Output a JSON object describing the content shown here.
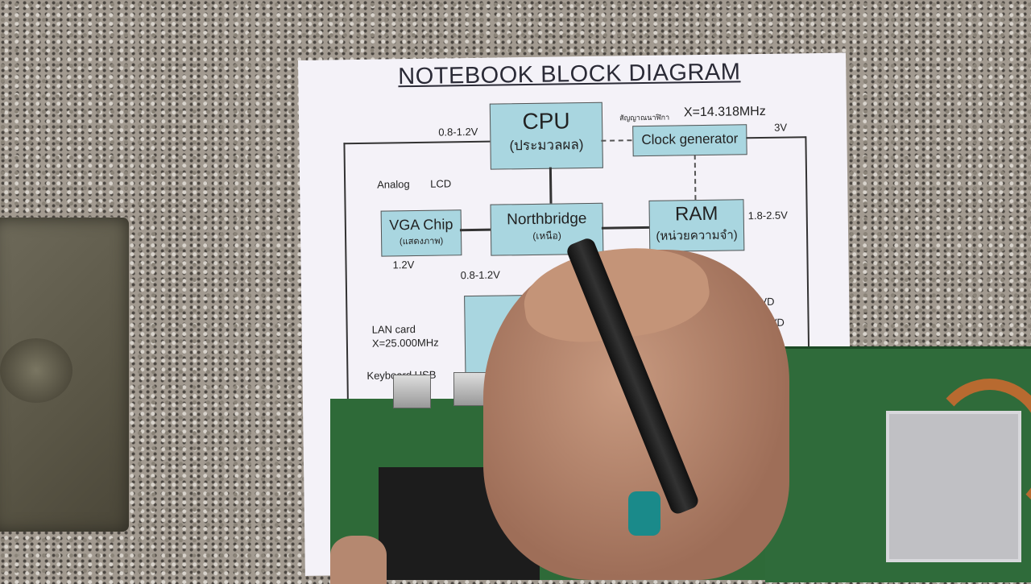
{
  "diagram": {
    "title": "NOTEBOOK BLOCK DIAGRAM",
    "cpu": {
      "name": "CPU",
      "thai": "(ประมวลผล)"
    },
    "clock": {
      "name": "Clock generator",
      "thai_label": "สัญญาณนาฬิกา",
      "freq": "X=14.318MHz",
      "voltage": "3V"
    },
    "northbridge": {
      "name": "Northbridge",
      "thai": "(เหนือ)"
    },
    "ram": {
      "name": "RAM",
      "thai": "(หน่วยความจำ)",
      "voltage": "1.8-2.5V"
    },
    "vga": {
      "name": "VGA Chip",
      "thai": "(แสดงภาพ)",
      "out1": "Analog",
      "out2": "LCD",
      "voltage": "1.2V"
    },
    "cpu_voltage": "0.8-1.2V",
    "nb_voltage": "0.8-1.2V",
    "lan": {
      "name": "LAN card",
      "freq": "X=25.000MHz"
    },
    "keyboard": "Keyboard USB",
    "storage1": "HDD,DVD",
    "storage2": "HDD,DVD"
  },
  "colors": {
    "box_fill": "#a9d6e0",
    "paper": "#f4f2f8",
    "pcb": "#2f6b3a"
  }
}
